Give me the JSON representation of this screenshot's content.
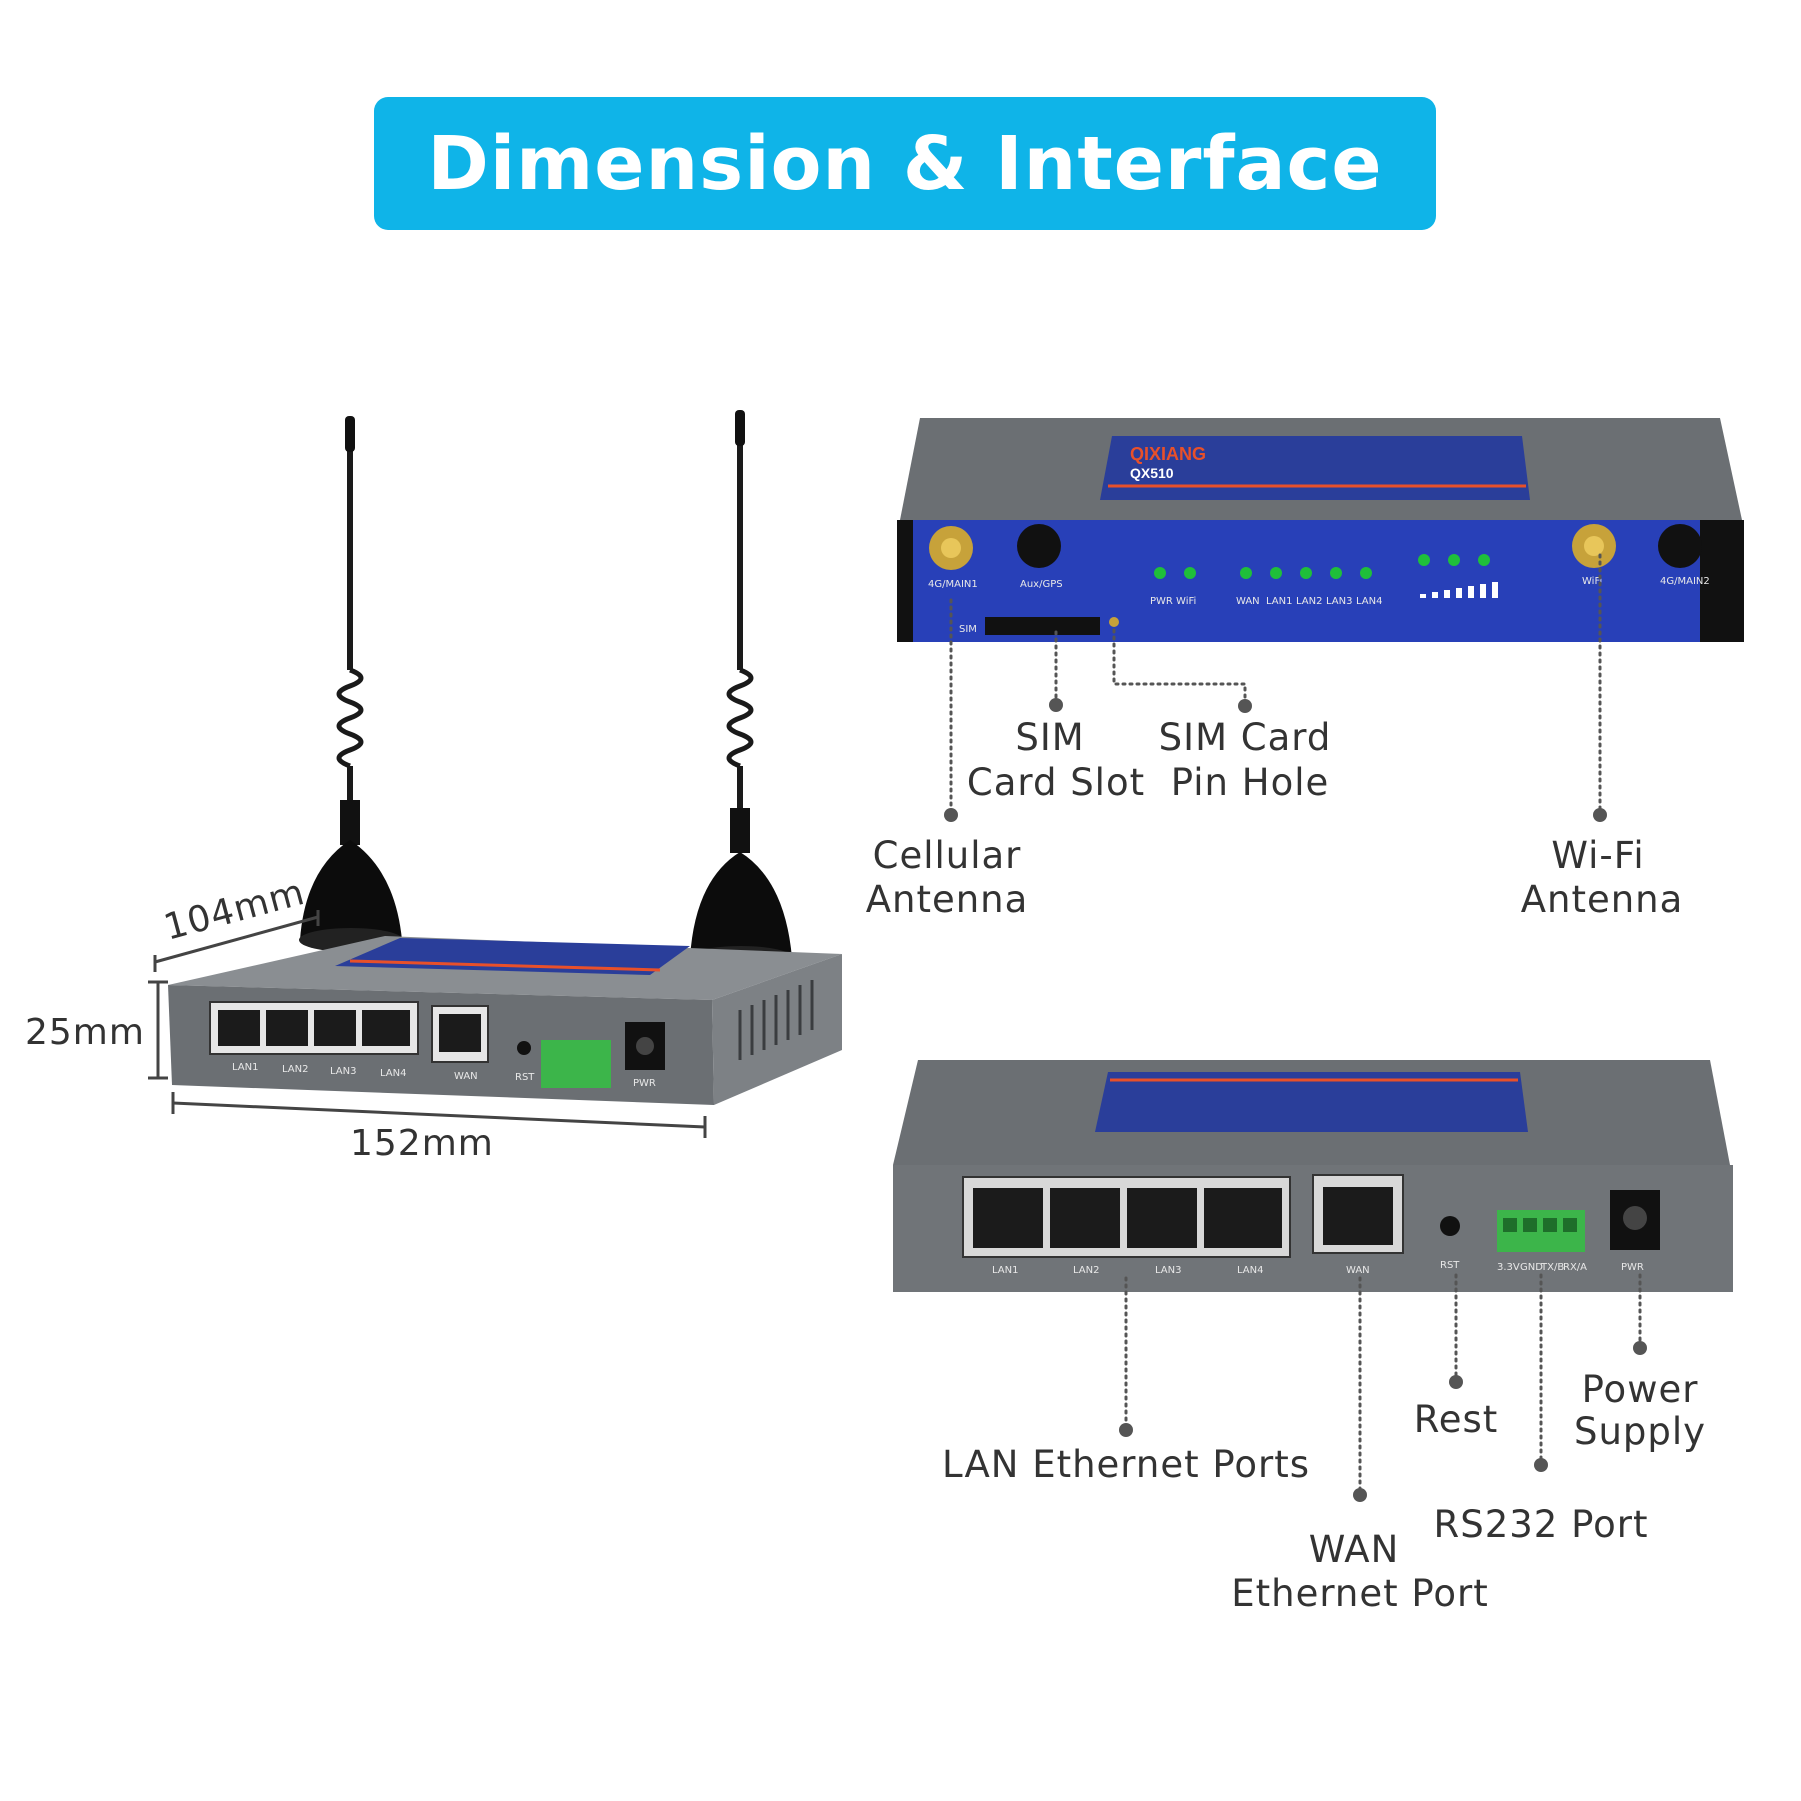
{
  "banner": {
    "title": "Dimension & Interface"
  },
  "colors": {
    "banner": "#0fb4e8",
    "label_plate": "#2a3e9a",
    "body": "#6b6f73",
    "accent_stripe": "#e8502a",
    "terminal": "#3cb54a",
    "led": "#1fbf3a"
  },
  "dimensions": {
    "depth": "104mm",
    "height": "25mm",
    "width": "152mm"
  },
  "front_panel_labels": {
    "cellular": "Cellular\nAntenna",
    "sim_slot": "SIM\nCard Slot",
    "sim_pin": "SIM Card\nPin Hole",
    "wifi": "Wi-Fi\nAntenna"
  },
  "rear_panel_labels": {
    "lan": "LAN Ethernet Ports",
    "wan": "WAN\nEthernet Port",
    "reset": "Rest",
    "rs232": "RS232 Port",
    "power": "Power\nSupply"
  },
  "device_markings": {
    "front": [
      "4G/MAIN1",
      "Aux/GPS",
      "SIM",
      "PWR WiFi",
      "WAN",
      "LAN1",
      "LAN2",
      "LAN3",
      "LAN4",
      "WiFi",
      "4G/MAIN2"
    ],
    "rear": [
      "LAN1",
      "LAN2",
      "LAN3",
      "LAN4",
      "WAN",
      "RST",
      "3.3V",
      "GND",
      "TX/B",
      "RX/A",
      "PWR"
    ],
    "brand": "QIXIANG",
    "model": "QX510"
  }
}
